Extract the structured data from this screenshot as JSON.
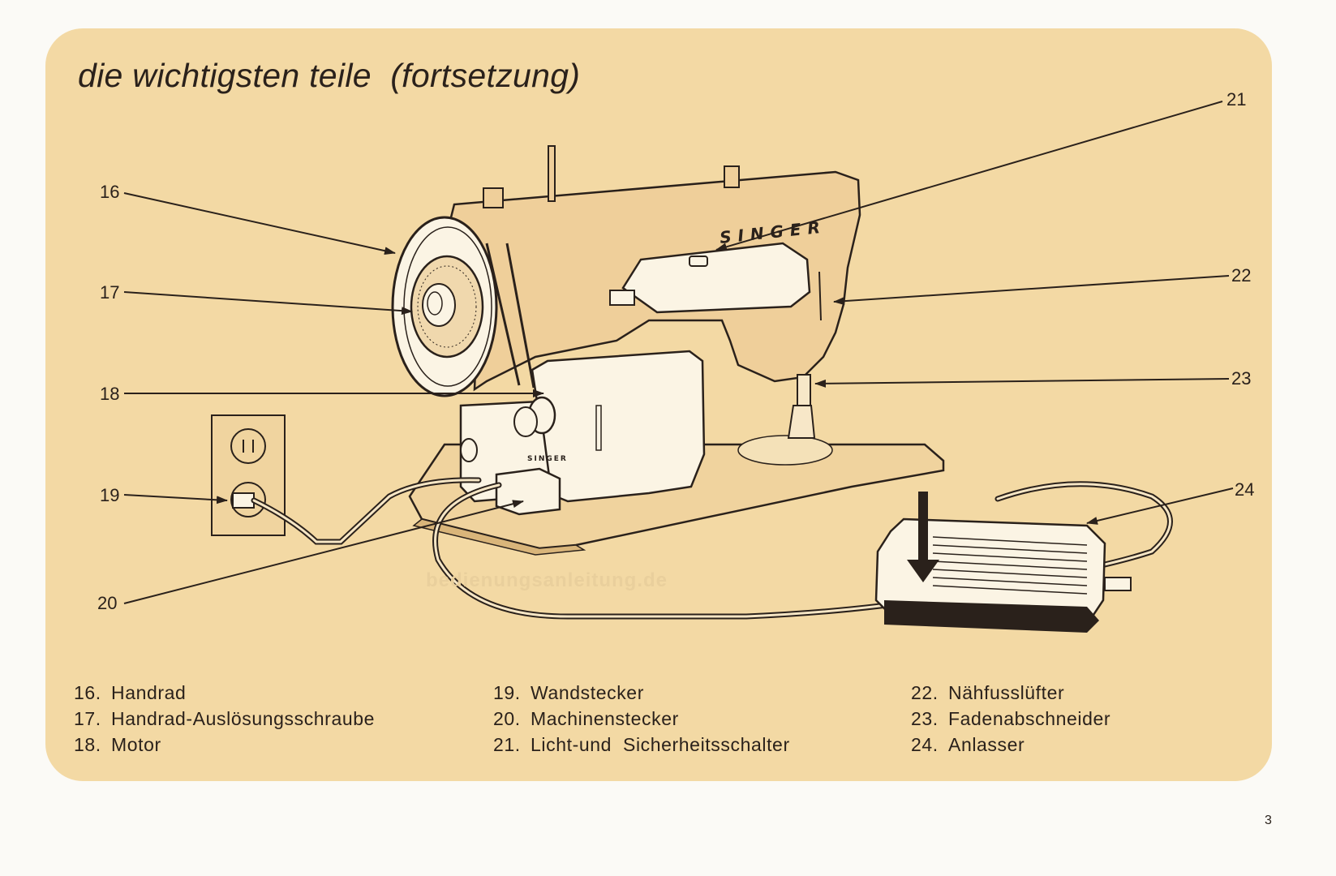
{
  "title": "die wichtigsten teile  (fortsetzung)",
  "callouts": {
    "c16": "16",
    "c17": "17",
    "c18": "18",
    "c19": "19",
    "c20": "20",
    "c21": "21",
    "c22": "22",
    "c23": "23",
    "c24": "24"
  },
  "legend": [
    {
      "num": "16.",
      "label": "Handrad"
    },
    {
      "num": "17.",
      "label": "Handrad-Auslösungsschraube"
    },
    {
      "num": "18.",
      "label": "Motor"
    },
    {
      "num": "19.",
      "label": "Wandstecker"
    },
    {
      "num": "20.",
      "label": "Machinenstecker"
    },
    {
      "num": "21.",
      "label": "Licht-und  Sicherheitsschalter"
    },
    {
      "num": "22.",
      "label": "Nähfusslüfter"
    },
    {
      "num": "23.",
      "label": "Fadenabschneider"
    },
    {
      "num": "24.",
      "label": "Anlasser"
    }
  ],
  "brand": "SINGER",
  "watermark": "bedienungsanleitung.de",
  "page_number": "3",
  "colors": {
    "panel": "#f3d9a4",
    "ink": "#2a211b",
    "machine": "#efcf9a",
    "accessory": "#fbf4e4"
  }
}
